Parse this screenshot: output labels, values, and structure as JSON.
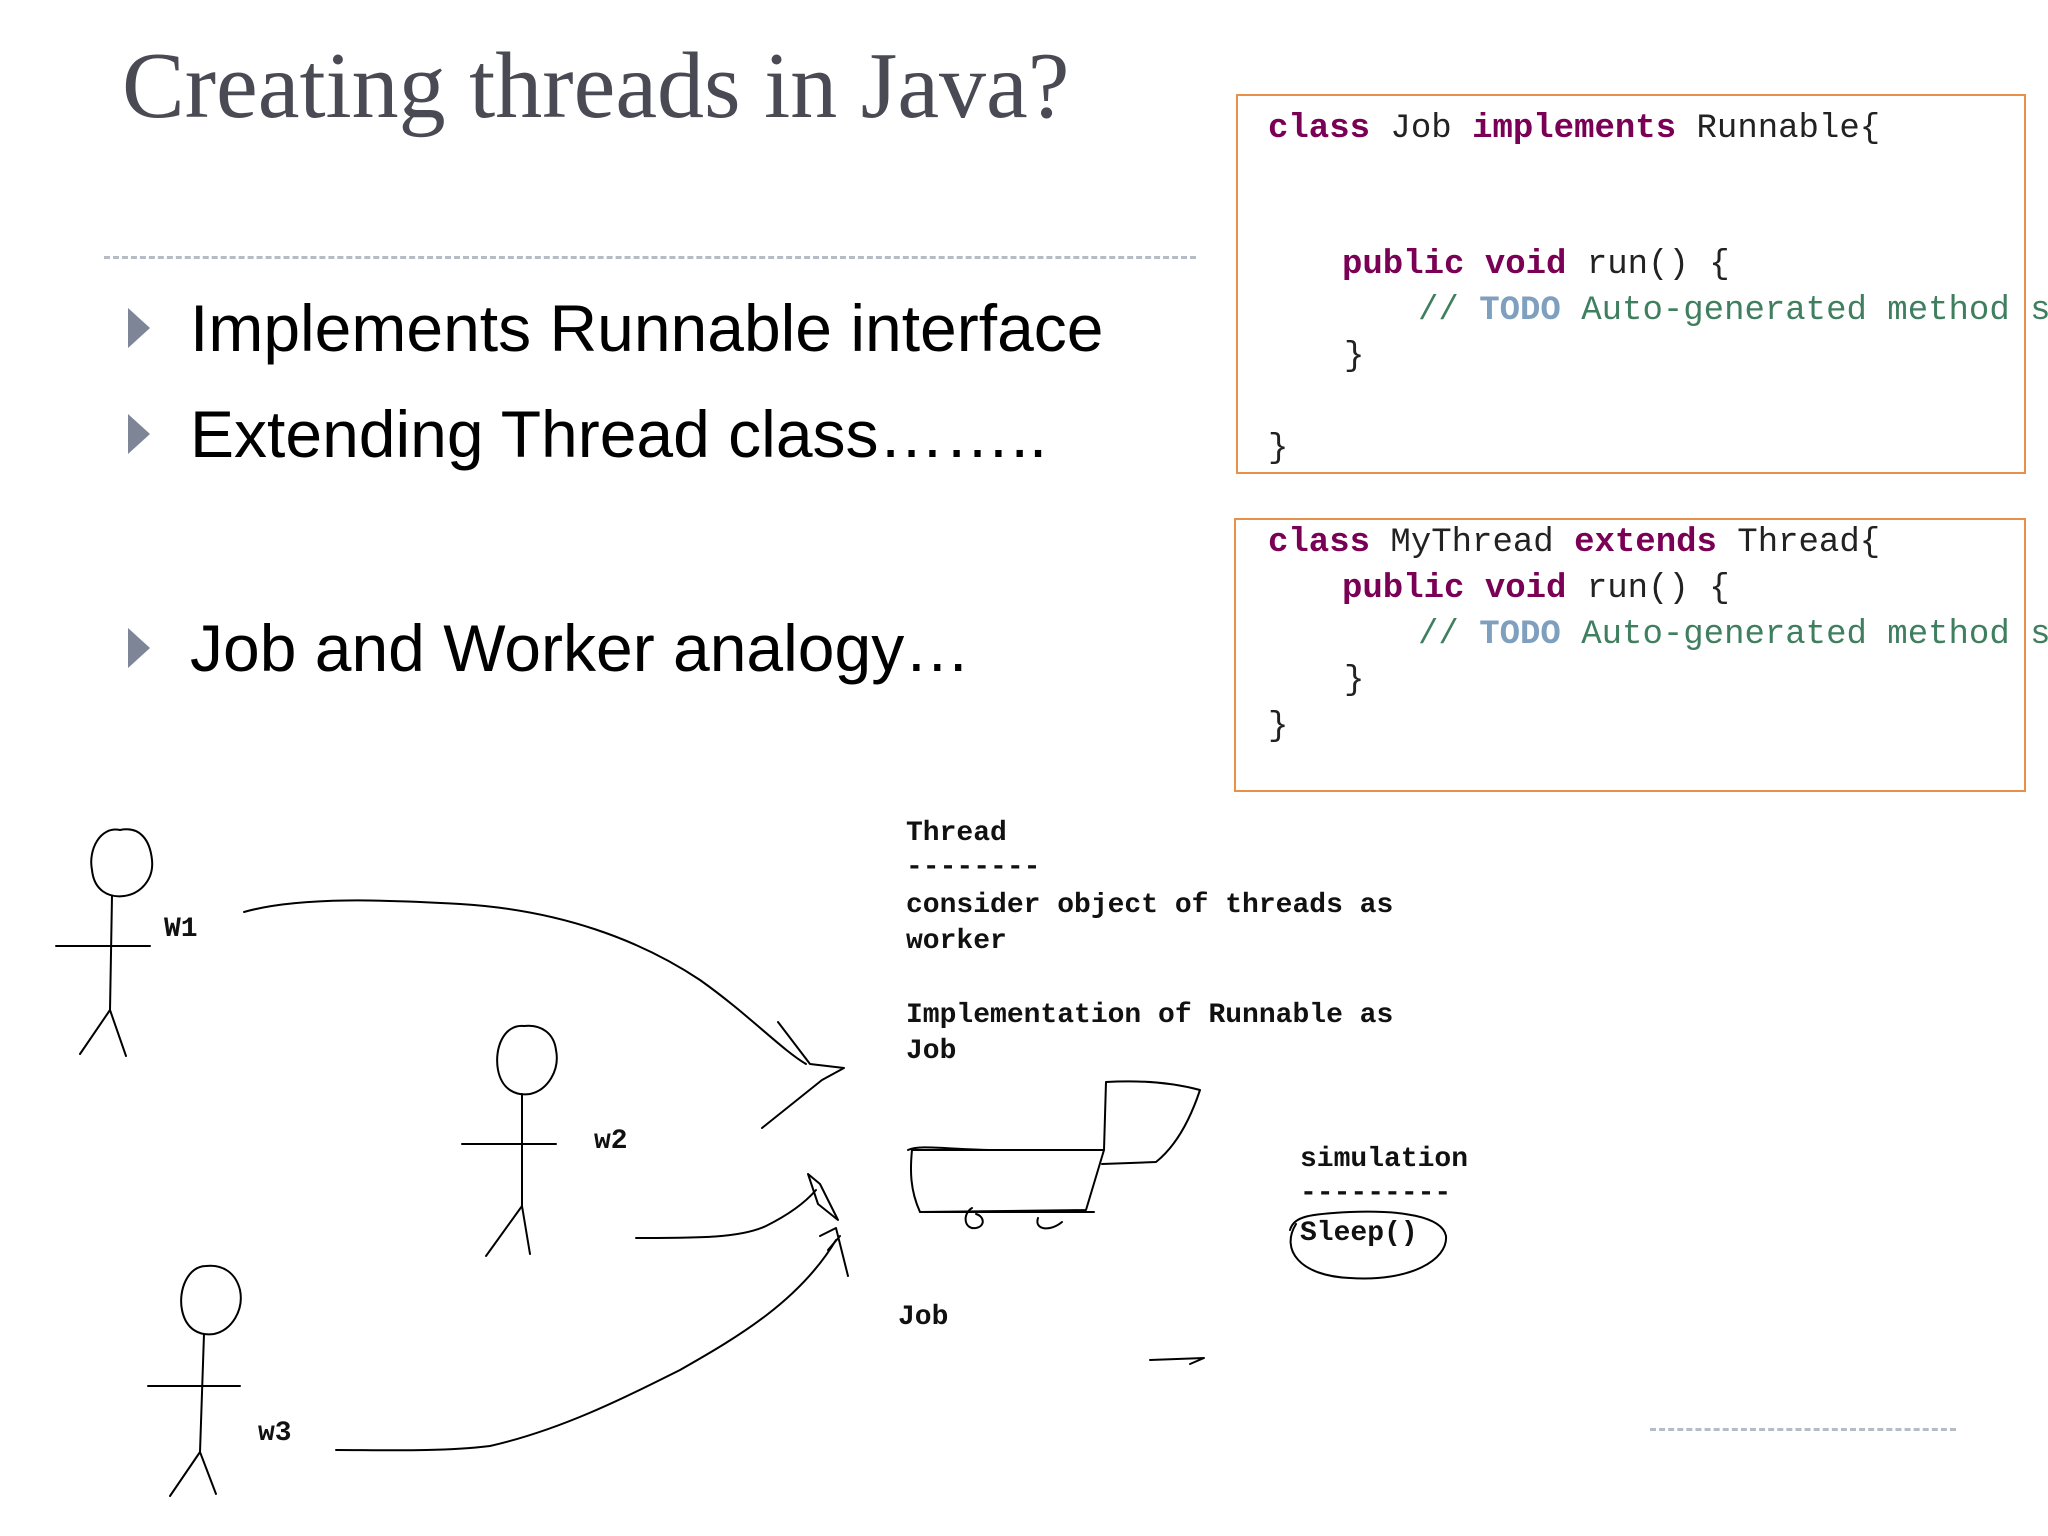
{
  "title": "Creating threads in Java?",
  "bullets": [
    "Implements Runnable interface",
    "Extending Thread class……..",
    "Job and Worker analogy…"
  ],
  "code_runnable": {
    "class_kw": "class",
    "class_name": " Job ",
    "implements_kw": "implements",
    "interface": " Runnable{",
    "modifiers": "public void",
    "method": " run() {",
    "comment_slashes": "// ",
    "todo": "TODO",
    "comment_text": " Auto-generated method stub",
    "close_method": "}",
    "close_class": "}"
  },
  "code_thread": {
    "class_kw": "class",
    "class_name": " MyThread ",
    "extends_kw": "extends",
    "superclass": " Thread{",
    "modifiers": "public void",
    "method": " run() {",
    "comment_slashes": "// ",
    "todo": "TODO",
    "comment_text": " Auto-generated method stub",
    "close_method": "}",
    "close_class": "}"
  },
  "sketch": {
    "workers": [
      "W1",
      "w2",
      "w3"
    ],
    "notes": {
      "thread_heading": "Thread",
      "thread_rule": "--------",
      "worker_line1": "consider object of threads as",
      "worker_line2": "worker",
      "job_line1": "Implementation of Runnable as",
      "job_line2": "Job",
      "job_label": "Job",
      "simulation_heading": "simulation",
      "simulation_rule": "---------",
      "sleep_call": "Sleep()"
    }
  }
}
